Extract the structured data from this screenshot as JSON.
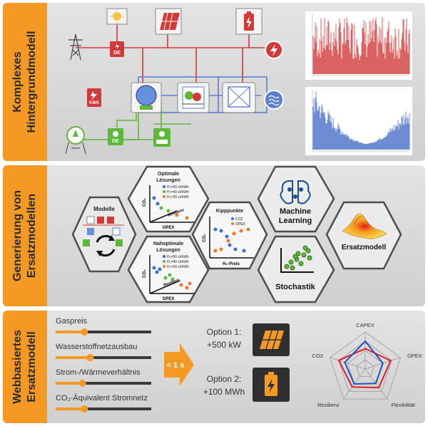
{
  "panels": {
    "complex": {
      "label": [
        "Komplexes",
        "Hintergrundmodell"
      ]
    },
    "generation": {
      "label": [
        "Generierung von",
        "Ersatzmodellen"
      ]
    },
    "web": {
      "label": [
        "Webbasiertes",
        "Ersatzmodell"
      ]
    }
  },
  "complex": {
    "badge_de": "DE",
    "badge_kwk": "KWK"
  },
  "generation": {
    "models_title": "Modelle",
    "opt_title": [
      "Optimale",
      "Lösungen"
    ],
    "opt_legend": [
      "H₂=50 ct/kWh",
      "H₂=40 ct/kWh",
      "H₂=30 ct/kWh"
    ],
    "near_title": [
      "Nahoptimale",
      "Lösungen"
    ],
    "near_legend": [
      "H₂=50 ct/kWh",
      "H₂=40 ct/kWh",
      "H₂=30 ct/kWh"
    ],
    "axis_co2": "CO₂",
    "axis_opex": "OPEX",
    "axis_resilienz": "Resilienz",
    "tipping_title": "Kipppunkte",
    "tipping_legend": [
      "CO2",
      "OPEX"
    ],
    "tipping_xlabel": "H₂-Preis",
    "ml_label": [
      "Machine",
      "Learning"
    ],
    "stochastik_label": "Stochastik",
    "ersatz_label": "Ersatzmodell"
  },
  "web": {
    "sliders": [
      {
        "label": "Gaspreis",
        "value": 0.3
      },
      {
        "label": "Wasserstoffnetzausbau",
        "value": 0.36
      },
      {
        "label": "Strom-/Wärmeverhältnis",
        "value": 0.28
      },
      {
        "label": "CO₂-Äquivalent Stromnetz",
        "value": 0.3
      }
    ],
    "arrow_label": "< 1 s",
    "option1": [
      "Option 1:",
      "+500 kW"
    ],
    "option2": [
      "Option 2:",
      "+100 MWh"
    ],
    "radar_axes": [
      "CAPEX",
      "OPEX",
      "Flexibilität",
      "Resilienz",
      "CO2"
    ],
    "radar_series": [
      {
        "color": "#e02020",
        "values": [
          0.55,
          0.72,
          0.62,
          0.6,
          0.75
        ]
      },
      {
        "color": "#2050c8",
        "values": [
          0.75,
          0.5,
          0.48,
          0.5,
          0.58
        ]
      }
    ]
  }
}
